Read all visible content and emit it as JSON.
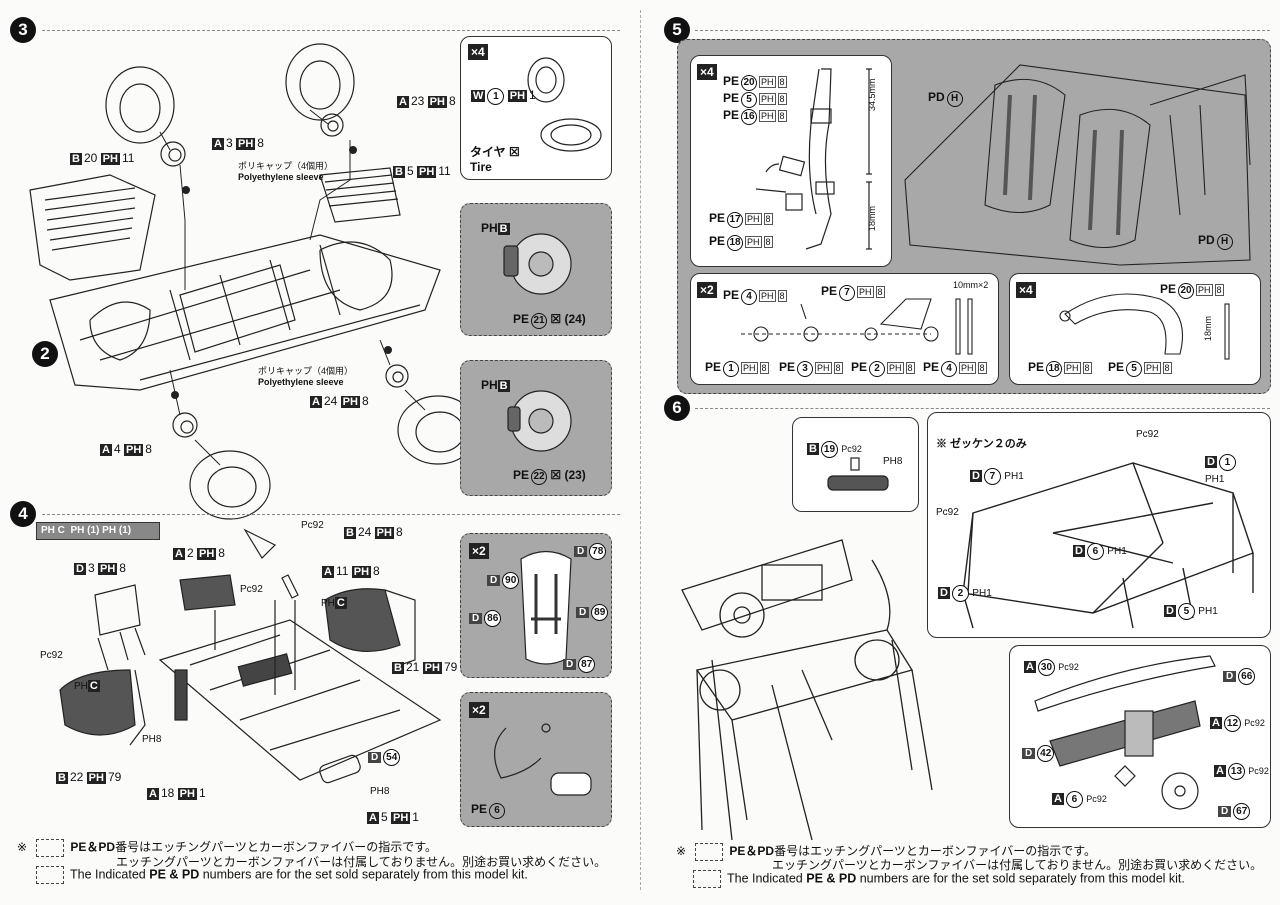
{
  "steps": {
    "s3": "3",
    "s4": "4",
    "s5": "5",
    "s6": "6",
    "sub2": "2"
  },
  "step3": {
    "labels": {
      "a23": [
        "A",
        "23",
        "PH",
        "8"
      ],
      "b20": [
        "B",
        "20",
        "PH",
        "11"
      ],
      "a3": [
        "A",
        "3",
        "PH",
        "8"
      ],
      "b5": [
        "B",
        "5",
        "PH",
        "11"
      ],
      "a24": [
        "A",
        "24",
        "PH",
        "8"
      ],
      "a4": [
        "A",
        "4",
        "PH",
        "8"
      ]
    },
    "polycap_jp": "ポリキャップ",
    "polycap_count": "（4個用）",
    "polycap_en": "Polyethylene sleeve",
    "tire_box": {
      "mult": "×4",
      "w": "W",
      "w_num": "1",
      "w_ph": "PH",
      "w_ph_num": "1",
      "tire_jp": "タイヤ",
      "tire_en": "Tire"
    },
    "disc_front": {
      "ph": "PH",
      "b": "B",
      "pe": "PE",
      "pe_num": "21",
      "mark": "24"
    },
    "disc_rear": {
      "ph": "PH",
      "b": "B",
      "pe": "PE",
      "pe_num": "22",
      "mark": "23"
    }
  },
  "step4": {
    "header_tags": [
      "PH C",
      "PH (1)",
      "PH (1)"
    ],
    "labels": {
      "d3": [
        "D",
        "3",
        "PH",
        "8"
      ],
      "a2": [
        "A",
        "2",
        "PH",
        "8"
      ],
      "pc92a": [
        "Pc",
        "92"
      ],
      "b24": [
        "B",
        "24",
        "PH",
        "8"
      ],
      "a11": [
        "A",
        "11",
        "PH",
        "8"
      ],
      "pc92b": [
        "Pc",
        "92"
      ],
      "phc1": [
        "PH",
        "C"
      ],
      "phc2": [
        "PH",
        "C"
      ],
      "b21": [
        "B",
        "21",
        "PH",
        "79"
      ],
      "b22": [
        "B",
        "22",
        "PH",
        "79"
      ],
      "pc92c": [
        "Pc",
        "92"
      ],
      "ph8a": [
        "PH",
        "8"
      ],
      "d54": [
        "D",
        "54"
      ],
      "ph8b": [
        "PH",
        "8"
      ],
      "a18": [
        "A",
        "18",
        "PH",
        "1"
      ],
      "a5": [
        "A",
        "5",
        "PH",
        "1"
      ]
    },
    "seat_box": {
      "mult": "×2",
      "d78": "78",
      "d90": "90",
      "d86": "86",
      "d89": "89",
      "d87": "87",
      "d": "D"
    },
    "ext_box": {
      "mult": "×2",
      "pe": "PE",
      "pe_num": "6"
    },
    "note": {
      "mark": "※",
      "jp1_a": "PE＆PD",
      "jp1_b": "番号はエッチングパーツとカーボンファイバーの指示です。",
      "jp2": "エッチングパーツとカーボンファイバーは付属しておりません。別途お買い求めください。",
      "en_a": "The Indicated",
      "en_b": "PE & PD",
      "en_c": "numbers are for the set sold separately from this model kit."
    }
  },
  "step5": {
    "harness_box": {
      "mult": "×4",
      "items": [
        {
          "pe": "PE",
          "num": "20",
          "ph": "PH",
          "phn": "8"
        },
        {
          "pe": "PE",
          "num": "5",
          "ph": "PH",
          "phn": "8"
        },
        {
          "pe": "PE",
          "num": "16",
          "ph": "PH",
          "phn": "8"
        },
        {
          "pe": "PE",
          "num": "17",
          "ph": "PH",
          "phn": "8"
        },
        {
          "pe": "PE",
          "num": "18",
          "ph": "PH",
          "phn": "8"
        }
      ],
      "dim1": "34.5mm",
      "dim2": "18mm"
    },
    "pd_h_top": {
      "pd": "PD",
      "h": "H"
    },
    "pd_h_bottom": {
      "pd": "PD",
      "h": "H"
    },
    "box2": {
      "mult": "×2",
      "items": [
        {
          "pe": "PE",
          "num": "4",
          "ph": "PH",
          "phn": "8"
        },
        {
          "pe": "PE",
          "num": "7",
          "ph": "PH",
          "phn": "8"
        },
        {
          "pe": "PE",
          "num": "1",
          "ph": "PH",
          "phn": "8"
        },
        {
          "pe": "PE",
          "num": "3",
          "ph": "PH",
          "phn": "8"
        },
        {
          "pe": "PE",
          "num": "2",
          "ph": "PH",
          "phn": "8"
        },
        {
          "pe": "PE",
          "num": "4",
          "ph": "PH",
          "phn": "8"
        }
      ],
      "dim": "10mm×2"
    },
    "box3": {
      "mult": "×4",
      "items": [
        {
          "pe": "PE",
          "num": "20",
          "ph": "PH",
          "phn": "8"
        },
        {
          "pe": "PE",
          "num": "18",
          "ph": "PH",
          "phn": "8"
        },
        {
          "pe": "PE",
          "num": "5",
          "ph": "PH",
          "phn": "8"
        }
      ],
      "dim": "18mm"
    }
  },
  "step6": {
    "mirror_box": {
      "b": "B",
      "num": "19",
      "pc": "Pc",
      "pcn": "92",
      "ph": "PH",
      "phn": "8"
    },
    "cage_box": {
      "zekken": "※ ゼッケン２のみ",
      "labels": {
        "pc92a": [
          "Pc",
          "92"
        ],
        "d7": [
          "D",
          "7",
          "PH",
          "1"
        ],
        "d1": [
          "D",
          "1",
          "PH",
          "1"
        ],
        "pc92b": [
          "Pc",
          "92"
        ],
        "d6": [
          "D",
          "6",
          "PH",
          "1"
        ],
        "d2": [
          "D",
          "2",
          "PH",
          "1"
        ],
        "d5": [
          "D",
          "5",
          "PH",
          "1"
        ]
      }
    },
    "dash_box": {
      "labels": {
        "a30": [
          "A",
          "30",
          "Pc",
          "92"
        ],
        "d66": [
          "D",
          "66"
        ],
        "a12": [
          "A",
          "12",
          "Pc",
          "92"
        ],
        "d42": [
          "D",
          "42"
        ],
        "a13": [
          "A",
          "13",
          "Pc",
          "92"
        ],
        "a6": [
          "A",
          "6",
          "Pc",
          "92"
        ],
        "d67": [
          "D",
          "67"
        ]
      }
    },
    "note": {
      "mark": "※",
      "jp1_a": "PE＆PD",
      "jp1_b": "番号はエッチングパーツとカーボンファイバーの指示です。",
      "jp2": "エッチングパーツとカーボンファイバーは付属しておりません。別途お買い求めください。",
      "en_a": "The Indicated",
      "en_b": "PE & PD",
      "en_c": "numbers are for the set sold separately from this model kit."
    }
  },
  "colors": {
    "ink": "#111111",
    "panel_grey": "#a8a8a8",
    "badge": "#222222"
  }
}
